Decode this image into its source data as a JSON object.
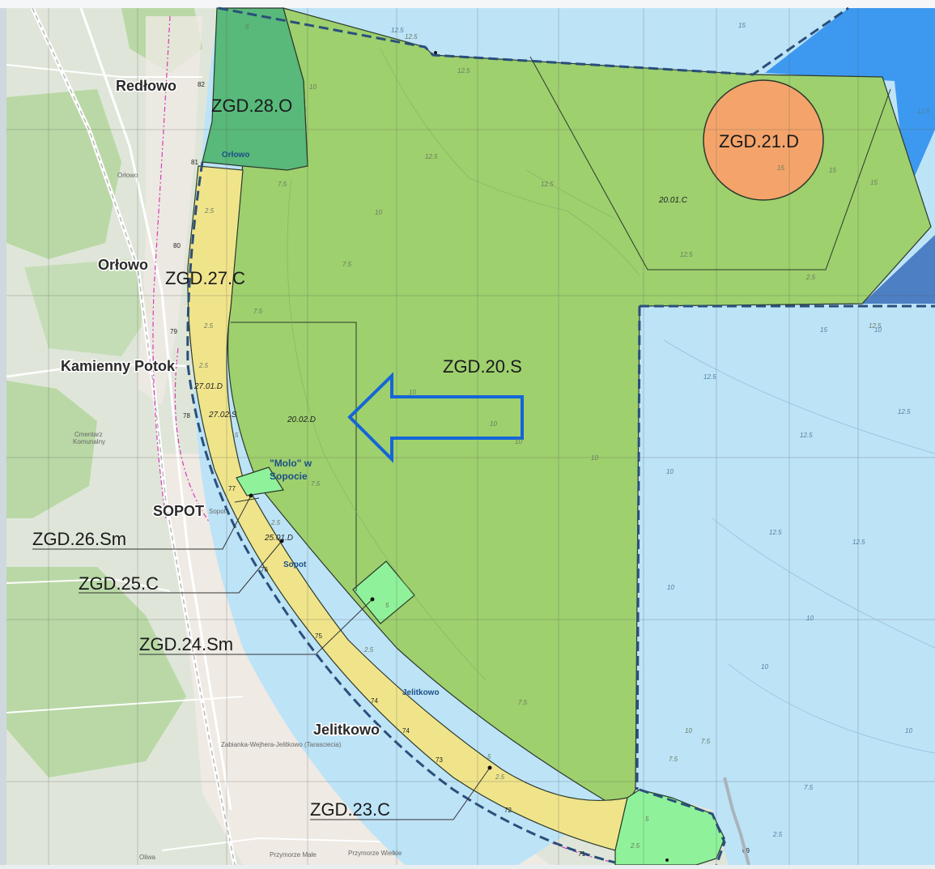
{
  "colors": {
    "sea": "#bde3f7",
    "land": "#dfe6d9",
    "forest": "#b9d8a6",
    "urban": "#efeae3",
    "zone_s": "#9ed06e",
    "zone_c": "#f0e48b",
    "zone_sm": "#8ff29a",
    "zone_o": "#58b97a",
    "zone_d": "#f4a46a",
    "zone_blue": "#3d99f0",
    "zone_blue_dark": "#4c7fc3",
    "arrow": "#1565d8",
    "boundary": "#2a4f7a"
  },
  "zones": {
    "zgd_20_s": "ZGD.20.S",
    "zgd_21_d": "ZGD.21.D",
    "zgd_28_o": "ZGD.28.O",
    "zgd_27_c": "ZGD.27.C",
    "zgd_26_sm": "ZGD.26.Sm",
    "zgd_25_c": "ZGD.25.C",
    "zgd_24_sm": "ZGD.24.Sm",
    "zgd_23_c": "ZGD.23.C"
  },
  "subzones": {
    "s_20_01_c": "20.01.C",
    "s_20_02_d": "20.02.D",
    "s_27_01_d": "27.01.D",
    "s_27_02_s": "27.02.S",
    "s_25_01_d": "25.01.D"
  },
  "places": {
    "redlowo": "Redłowo",
    "orlowo": "Orłowo",
    "kamienny_potok": "Kamienny Potok",
    "sopot_city": "SOPOT",
    "jelitkowo": "Jelitkowo",
    "orlowo_beach": "Orłowo",
    "sopot_beach": "Sopot",
    "jelitkowo_beach": "Jelitkowo",
    "molo_line1": "\"Molo\" w",
    "molo_line2": "Sopocie",
    "sopot_small": "Sopot",
    "orlowo_small": "Orłowo",
    "cmentarz1": "Cmentarz",
    "cmentarz2": "Komunalny",
    "tram": "Zabianka-Wejhera-Jelitkowo (Tarasciecia)",
    "oliwa": "Oliwa",
    "przymorze_male": "Przymorze Małe",
    "przymorze_wielkie": "Przymorze Wielkie"
  },
  "km_markers": [
    "82",
    "81",
    "80",
    "79",
    "78",
    "77",
    "76",
    "75",
    "74",
    "74",
    "73",
    "72",
    "71",
    "69"
  ],
  "depths_land": [
    "2.5",
    "5",
    "7.5",
    "10",
    "12.5",
    "10",
    "12.5",
    "12.5",
    "7.5",
    "12.5",
    "15",
    "15",
    "15",
    "12.5",
    "2.5",
    "7.5",
    "10",
    "10",
    "10",
    "10",
    "7.5",
    "5",
    "2.5",
    "2.5",
    "2.5",
    "2.5",
    "5",
    "5",
    "7.5",
    "12.5",
    "2.5",
    "5",
    "2.5",
    "7.5",
    "10",
    "7.5"
  ],
  "depths_sea": [
    "12.5",
    "15",
    "15",
    "12.5",
    "12.5",
    "12.5",
    "12.5",
    "10",
    "12.5",
    "12.5",
    "10",
    "10",
    "10",
    "7.5",
    "2.5",
    "10",
    "10"
  ]
}
